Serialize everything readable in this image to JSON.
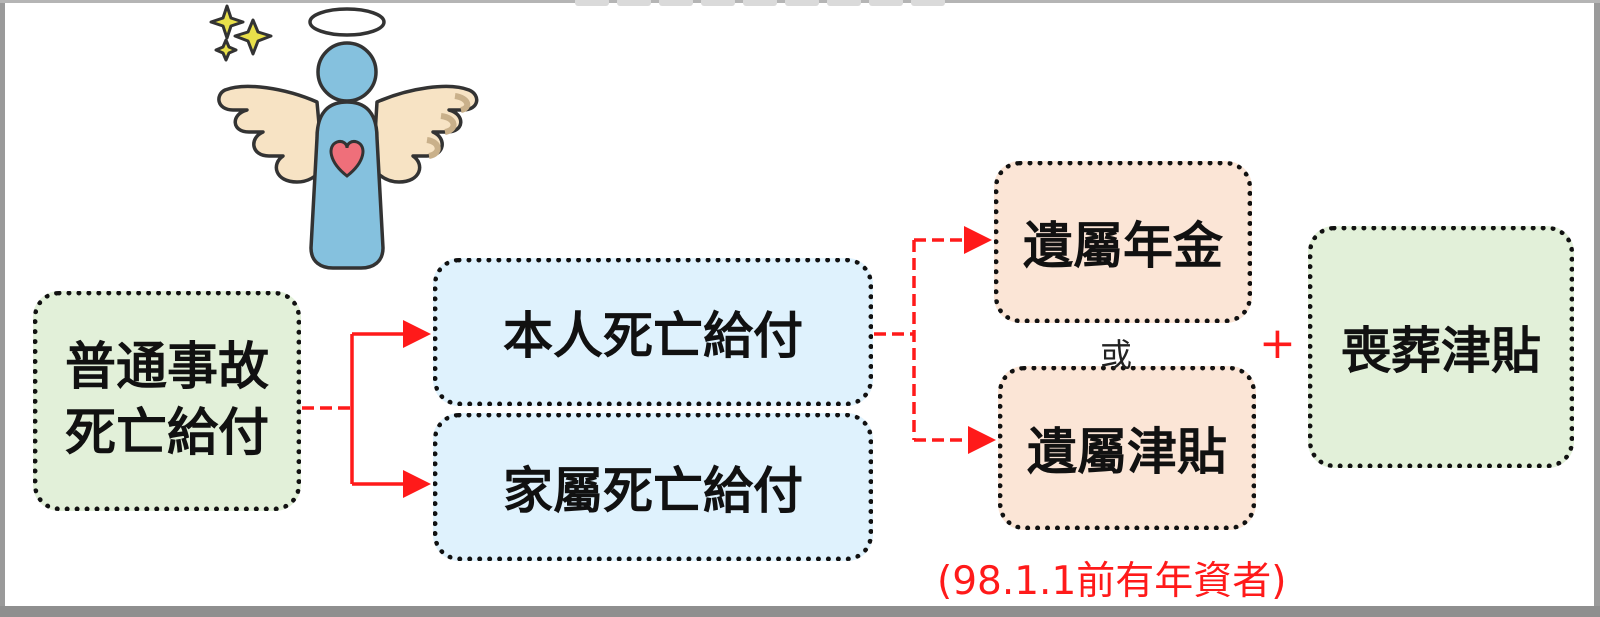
{
  "diagram": {
    "root": {
      "label": "普通事故\n死亡給付"
    },
    "branches": [
      {
        "label": "本人死亡給付"
      },
      {
        "label": "家屬死亡給付"
      }
    ],
    "outcomes": [
      {
        "label": "遺屬年金"
      },
      {
        "label": "遺屬津貼"
      }
    ],
    "connector_or": "或",
    "plus": "+",
    "extra": {
      "label": "喪葬津貼"
    },
    "footnote": "(98.1.1前有年資者)"
  },
  "colors": {
    "root_fill": "#e2f0d9",
    "branch_fill": "#dff2fd",
    "outcome_fill": "#fbe5d6",
    "extra_fill": "#e2f0d9",
    "arrow": "#ff1a1a",
    "footnote": "#ff1a1a"
  },
  "icons": {
    "illustration": "angel-icon",
    "sparkle": "sparkle-icon"
  }
}
